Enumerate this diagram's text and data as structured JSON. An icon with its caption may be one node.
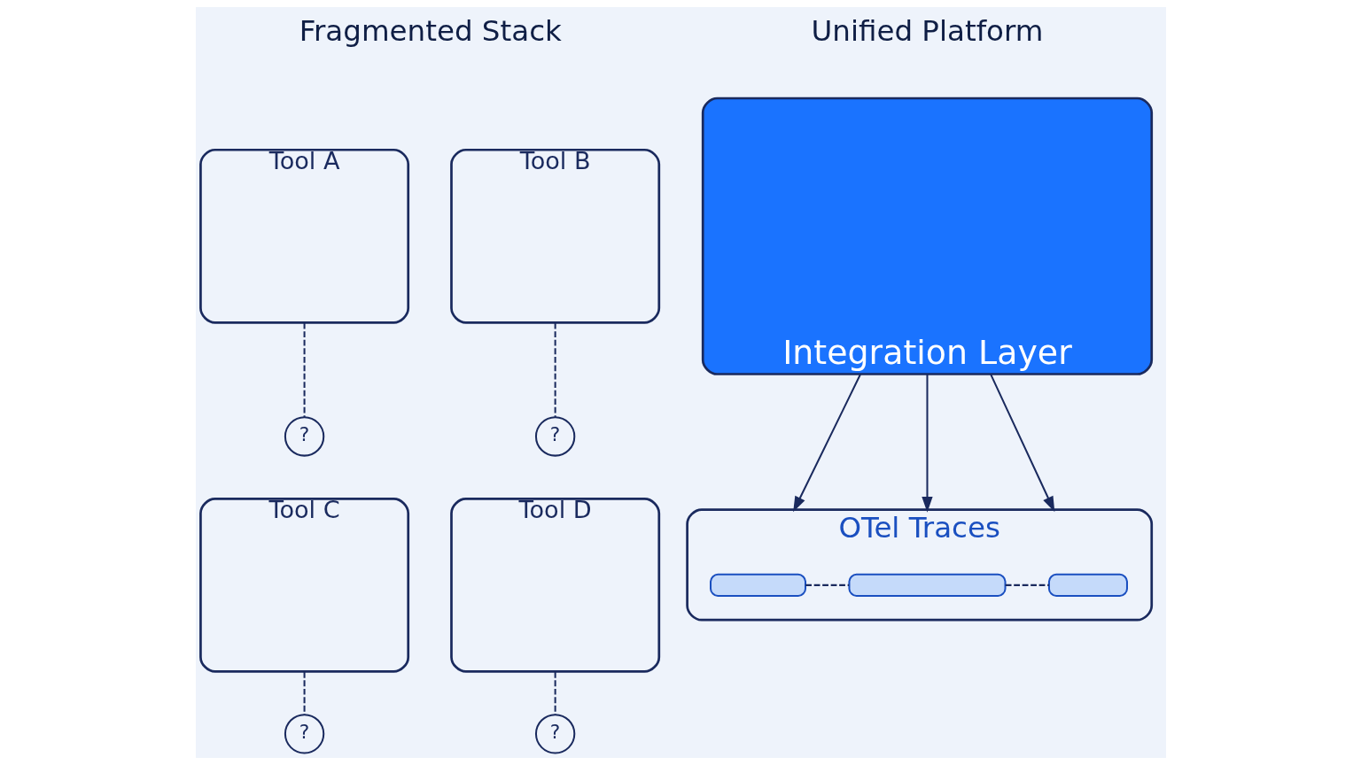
{
  "diagram": {
    "nodes": [
      {
        "text": [
          "Tool A"
        ]
      },
      {
        "text": [
          "?"
        ]
      },
      {
        "text": [
          "Tool B"
        ]
      },
      {
        "text": [
          "?"
        ]
      },
      {
        "text": [
          "Tool C"
        ]
      },
      {
        "text": [
          "?"
        ]
      },
      {
        "text": [
          "Tool D"
        ]
      },
      {
        "text": [
          "?"
        ]
      },
      {
        "text": [
          "Integration Layer"
        ]
      },
      {
        "text": [
          "OTel Traces"
        ]
      },
      {
        "text": [],
        "shape": "bar",
        "in": 9
      },
      {
        "text": [],
        "shape": "bar",
        "in": 9
      },
      {
        "text": [],
        "shape": "bar",
        "in": 9
      }
    ],
    "edges": [
      {
        "from": 0,
        "to": 1,
        "arrow": "none",
        "style": "dashed"
      },
      {
        "from": 2,
        "to": 3,
        "arrow": "none",
        "style": "dashed"
      },
      {
        "from": 4,
        "to": 5,
        "arrow": "none",
        "style": "dashed"
      },
      {
        "from": 6,
        "to": 7,
        "arrow": "none",
        "style": "dashed"
      },
      {
        "from": 8,
        "to": 9,
        "arrow": "to"
      },
      {
        "from": 8,
        "to": 9,
        "arrow": "to"
      },
      {
        "from": 8,
        "to": 9,
        "arrow": "to"
      },
      {
        "from": 10,
        "to": 11,
        "arrow": "none",
        "style": "dashed"
      },
      {
        "from": 11,
        "to": 12,
        "arrow": "none",
        "style": "dashed"
      }
    ],
    "labels": [
      "Fragmented Stack",
      "Unified Platform"
    ]
  }
}
